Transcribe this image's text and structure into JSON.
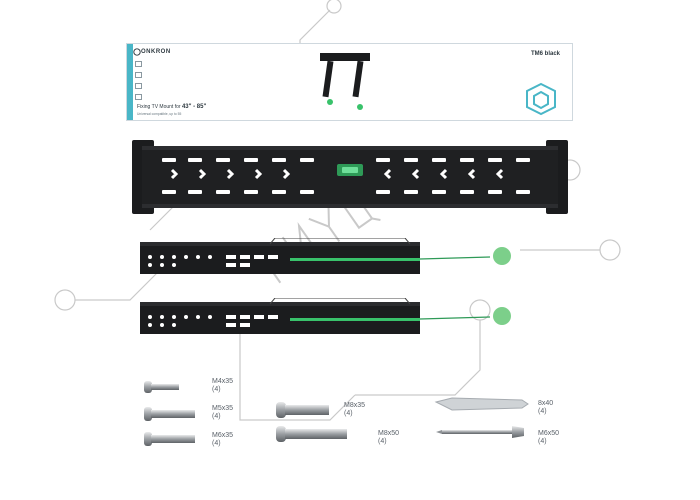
{
  "package": {
    "brand": "ONKRON",
    "model": "TM6 black",
    "fit_prefix": "Fixing TV Mount for",
    "fit_range": "43\" - 85\"",
    "note": "Universal compatible, up to 55"
  },
  "hardware": [
    {
      "label": "M4x35",
      "qty": "(4)"
    },
    {
      "label": "M5x35",
      "qty": "(4)"
    },
    {
      "label": "M6x35",
      "qty": "(4)"
    },
    {
      "label": "M8x35",
      "qty": "(4)"
    },
    {
      "label": "M8x50",
      "qty": "(4)"
    },
    {
      "label": "8x40",
      "qty": "(4)"
    },
    {
      "label": "M6x50",
      "qty": "(4)"
    }
  ],
  "colors": {
    "accent_teal": "#49b6c7",
    "bracket": "#1b1c1e",
    "level_green": "#39c26b",
    "pull_tab_green": "#7ccf8a",
    "watermark": "#b9b9b9"
  }
}
